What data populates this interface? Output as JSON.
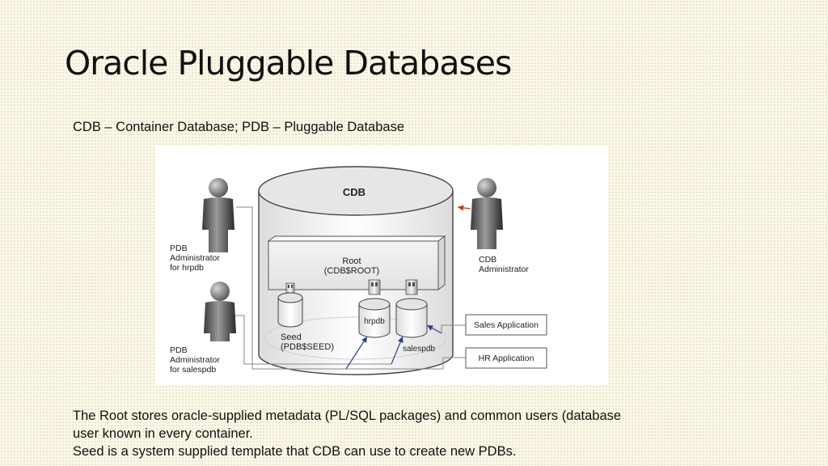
{
  "slide": {
    "title": "Oracle Pluggable Databases",
    "subtitle": "CDB – Container Database; PDB – Pluggable Database",
    "body_lines": [
      "The Root stores oracle-supplied metadata (PL/SQL packages) and common users (database",
      "user known in every container.",
      "Seed is a system supplied template that CDB can use to create new PDBs."
    ]
  },
  "diagram": {
    "cdb_label": "CDB",
    "root_label": [
      "Root",
      "(CDB$ROOT)"
    ],
    "seed_label": [
      "Seed",
      "(PDB$SEED)"
    ],
    "hrpdb_label": "hrpdb",
    "salespdb_label": "salespdb",
    "pdb_admin_hrpdb": [
      "PDB",
      "Administrator",
      "for hrpdb"
    ],
    "pdb_admin_salespdb": [
      "PDB",
      "Administrator",
      "for salespdb"
    ],
    "cdb_admin": [
      "CDB",
      "Administrator"
    ],
    "sales_app": "Sales Application",
    "hr_app": "HR Application",
    "colors": {
      "arrow_red": "#cc3322",
      "arrow_blue": "#2b3f8f",
      "line_gray": "#8a8a8a"
    }
  }
}
